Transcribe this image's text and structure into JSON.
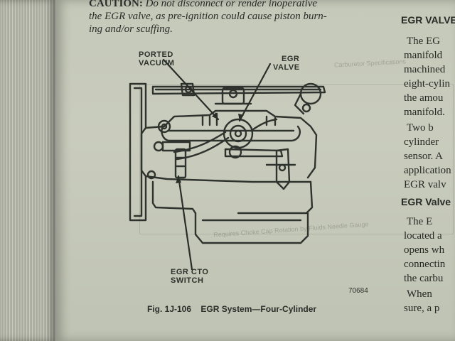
{
  "caution": {
    "label": "CAUTION:",
    "lines": [
      "Do not disconnect or render inoperative",
      "the EGR valve, as pre-ignition could cause piston burn-",
      "ing and/or scuffing."
    ]
  },
  "diagram": {
    "callouts": {
      "ported_vacuum": [
        "PORTED",
        "VACUUM"
      ],
      "egr_valve": [
        "EGR",
        "VALVE"
      ],
      "egr_cto_switch": [
        "EGR CTO",
        "SWITCH"
      ]
    },
    "ref_number": "70684"
  },
  "caption": {
    "fig": "Fig. 1J-106",
    "title": "EGR System—Four-Cylinder"
  },
  "right_column": {
    "heading1": "EGR VALVE",
    "para1": [
      "The EG",
      "manifold",
      "machined",
      "eight-cylin",
      "the amou",
      "manifold."
    ],
    "para2": [
      "Two b",
      "cylinder",
      "sensor. A",
      "application",
      "EGR valv"
    ],
    "heading2": "EGR Valve",
    "para3": [
      "The E",
      "located a",
      "opens wh",
      "connectin",
      "the carbu"
    ],
    "para4": [
      "When",
      "sure, a p"
    ]
  },
  "bleed_through": {
    "table_title": "Carburetor Specifications",
    "footnote": "Requires Choke Cap Rotation by Fluids Needle Gauge"
  }
}
